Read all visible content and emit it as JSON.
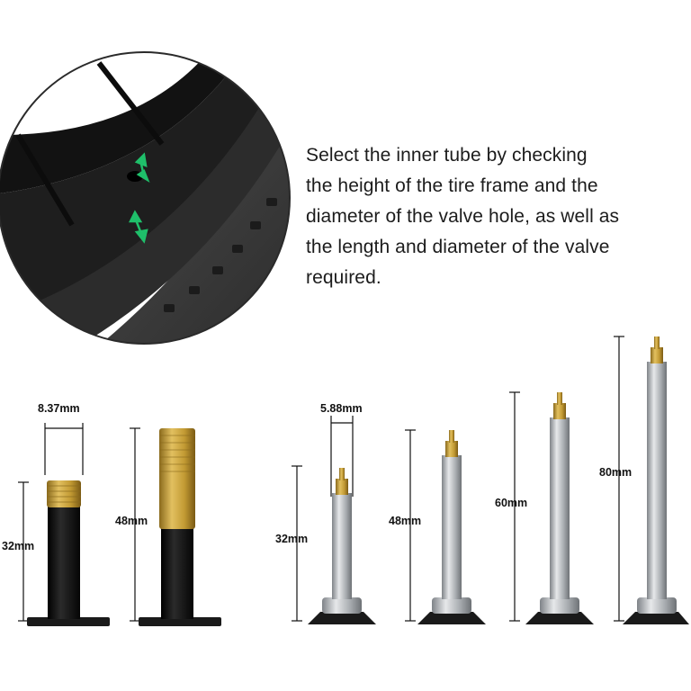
{
  "description": {
    "lines": [
      "Select the inner tube by checking",
      "the height of the tire frame and the",
      "diameter of the valve hole, as well as",
      "the length and diameter of the valve",
      "required."
    ]
  },
  "schrader": {
    "diameter_label": "8.37mm",
    "short_length_label": "32mm",
    "long_length_label": "48mm"
  },
  "presta": {
    "diameter_label": "5.88mm",
    "lengths": [
      "32mm",
      "48mm",
      "60mm",
      "80mm"
    ]
  },
  "colors": {
    "rim": "#141414",
    "rubber_tire": "#3a3a3a",
    "brass": "#c9a23a",
    "steel": "#b9bcbf",
    "indicator": "#1fbf6a"
  }
}
